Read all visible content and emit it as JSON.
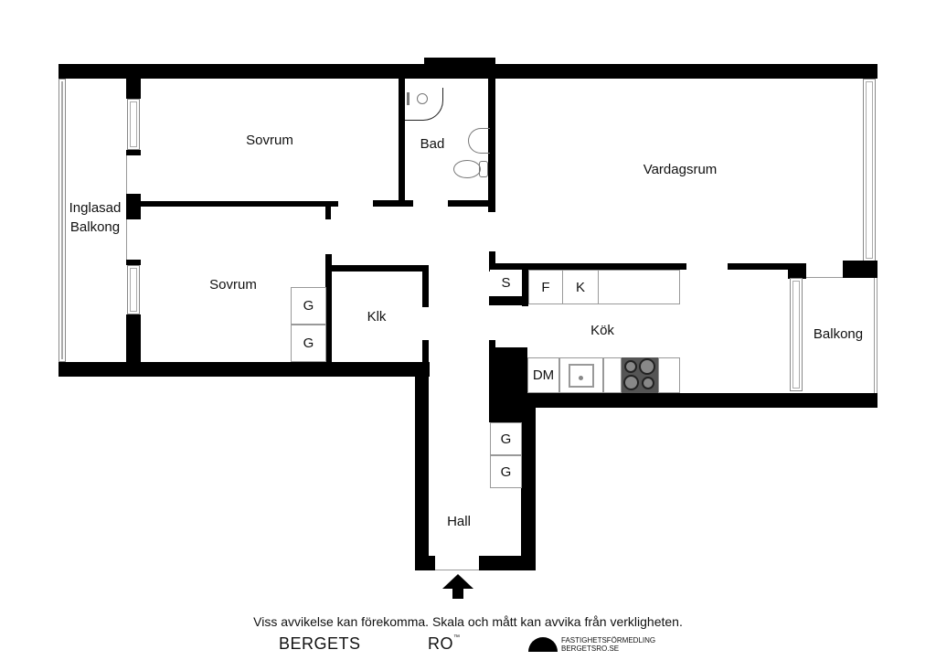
{
  "rooms": {
    "inglasad_balkong": "Inglasad\nBalkong",
    "inglasad_balkong_line1": "Inglasad",
    "inglasad_balkong_line2": "Balkong",
    "sovrum_1": "Sovrum",
    "sovrum_2": "Sovrum",
    "bad": "Bad",
    "vardagsrum": "Vardagsrum",
    "klk": "Klk",
    "kok": "Kök",
    "balkong": "Balkong",
    "hall": "Hall"
  },
  "fixtures": {
    "wardrobe_sovrum": [
      "G",
      "G"
    ],
    "wardrobe_hall": [
      "G",
      "G"
    ],
    "kitchen_upper": [
      "S",
      "F",
      "K"
    ],
    "dishwasher": "DM"
  },
  "footer": {
    "disclaimer": "Viss avvikelse kan förekomma. Skala och mått kan avvika från verkligheten.",
    "brand_left": "BERGETS",
    "brand_right": "RO",
    "brand_tm": "™",
    "agency_line1": "FASTIGHETSFÖRMEDLING",
    "agency_line2": "BERGETSRO.SE"
  },
  "colors": {
    "wall": "#000000",
    "line": "#999999",
    "hob": "#555555"
  }
}
